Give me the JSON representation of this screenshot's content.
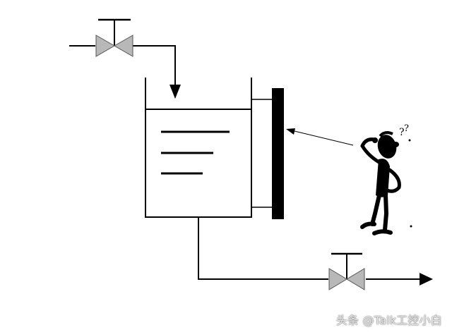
{
  "watermark": {
    "text": "头条 @Talk工控小白"
  },
  "question_marks": "?",
  "icons": {
    "inlet_valve": "gate-valve-icon",
    "outlet_valve": "gate-valve-icon",
    "tank": "open-tank",
    "level_gauge": "sight-glass-gauge",
    "person": "thinking-person-cartoon"
  },
  "colors": {
    "line": "#000000",
    "valve_fill": "#b8b8b8",
    "background": "#ffffff",
    "watermark": "#e9e9e9"
  }
}
